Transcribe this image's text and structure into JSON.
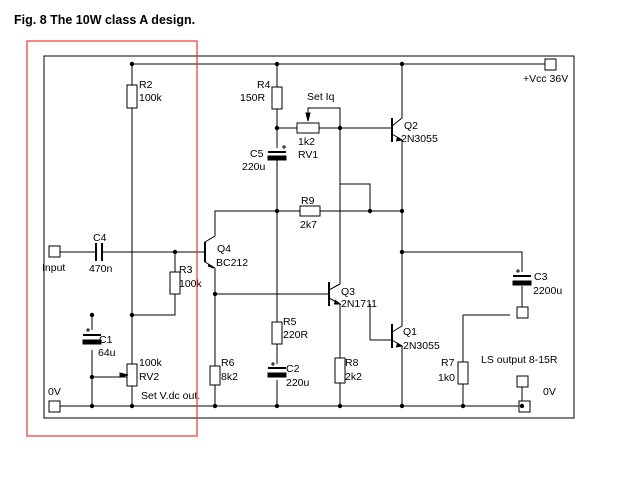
{
  "title": "Fig. 8 The 10W class A design.",
  "labels": {
    "r2_name": "R2",
    "r2_value": "100k",
    "r4_name": "R4",
    "r4_value": "150R",
    "set_iq": "Set Iq",
    "rv1_value": "1k2",
    "rv1_name": "RV1",
    "c5_name": "C5",
    "c5_value": "220u",
    "q2_name": "Q2",
    "q2_type": "2N3055",
    "vcc": "+Vcc 36V",
    "r9_name": "R9",
    "r9_value": "2k7",
    "c4_name": "C4",
    "c4_value": "470n",
    "input": "Input",
    "q4_name": "Q4",
    "q4_type": "BC212",
    "r3_name": "R3",
    "r3_value": "100k",
    "c3_name": "C3",
    "c3_value": "2200u",
    "q3_name": "Q3",
    "q3_type": "2N1711",
    "r5_name": "R5",
    "r5_value": "220R",
    "c1_name": "C1",
    "c1_value": "64u",
    "q1_name": "Q1",
    "q1_type": "2N3055",
    "ls_output": "LS output 8-15R",
    "rv2_value": "100k",
    "rv2_name": "RV2",
    "r6_name": "R6",
    "r6_value": "8k2",
    "c2_name": "C2",
    "c2_value": "220u",
    "r8_name": "R8",
    "r8_value": "2k2",
    "r7_name": "R7",
    "r7_value": "1k0",
    "set_vdc": "Set V.dc out.",
    "zero_v_left": "0V",
    "zero_v_right": "0V"
  },
  "colors": {
    "wire": "#000000",
    "highlight_box": "#e8383d"
  }
}
